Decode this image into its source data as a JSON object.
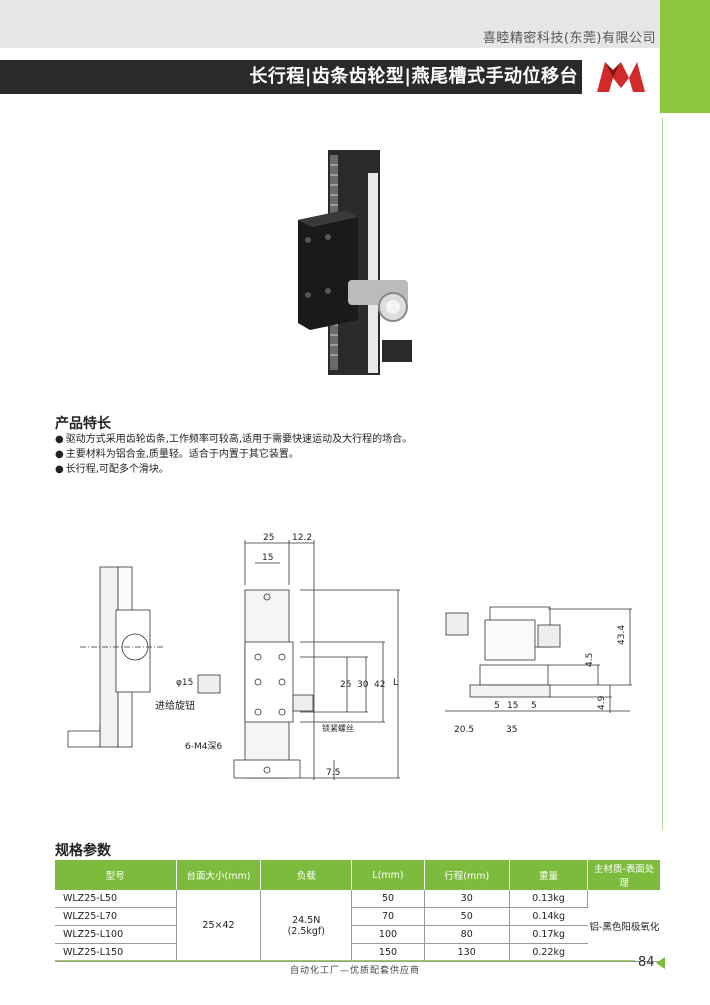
{
  "header": {
    "company": "喜睦精密科技(东莞)有限公司",
    "title": "长行程|齿条齿轮型|燕尾槽式手动位移台",
    "logo_icon": "red-m-logo-icon",
    "accent_color": "#8cc63f",
    "logo_color": "#d22a2a"
  },
  "features": {
    "title": "产品特长",
    "items": [
      "驱动方式采用齿轮齿条,工作频率可较高,适用于需要快速运动及大行程的场合。",
      "主要材料为铝合金,质量轻。适合于内置于其它装置。",
      "长行程,可配多个滑块。"
    ]
  },
  "drawing": {
    "label_feed_knob": "进给旋钮",
    "label_lock_screw": "锁紧螺丝",
    "label_holes": "6-M4深6",
    "dim_25": "25",
    "dim_12_2": "12.2",
    "dim_15": "15",
    "dim_phi15": "φ15",
    "dim_25v": "25",
    "dim_30": "30",
    "dim_42": "42",
    "dim_L": "L",
    "dim_7_5": "7.5",
    "dim_43_4": "43.4",
    "dim_4_5": "4.5",
    "dim_4_9": "4.9",
    "dim_5a": "5",
    "dim_15b": "15",
    "dim_5b": "5",
    "dim_20_5": "20.5",
    "dim_35": "35"
  },
  "specs": {
    "title": "规格参数",
    "headers": [
      "型号",
      "台面大小(mm)",
      "负载",
      "L(mm)",
      "行程(mm)",
      "重量",
      "主材质-表面处理"
    ],
    "table_size": "25×42",
    "load_line1": "24.5N",
    "load_line2": "(2.5kgf)",
    "material": "铝-黑色阳极氧化",
    "rows": [
      {
        "model": "WLZ25-L50",
        "L": "50",
        "stroke": "30",
        "weight": "0.13kg"
      },
      {
        "model": "WLZ25-L70",
        "L": "70",
        "stroke": "50",
        "weight": "0.14kg"
      },
      {
        "model": "WLZ25-L100",
        "L": "100",
        "stroke": "80",
        "weight": "0.17kg"
      },
      {
        "model": "WLZ25-L150",
        "L": "150",
        "stroke": "130",
        "weight": "0.22kg"
      }
    ]
  },
  "footer": {
    "slogan": "自动化工厂—优质配套供应商",
    "page": "84"
  }
}
